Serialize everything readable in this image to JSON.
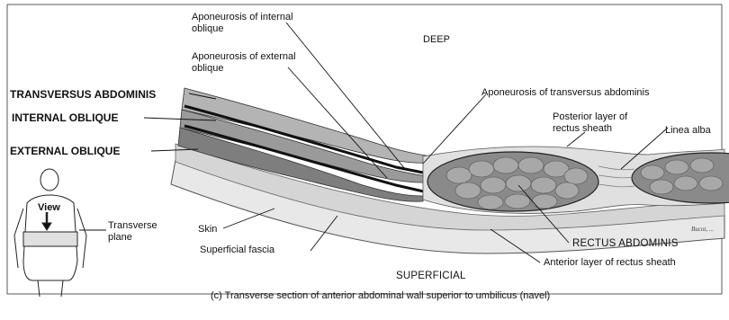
{
  "labels": {
    "aponeurosis_internal_oblique": "Aponeurosis of internal oblique",
    "aponeurosis_external_oblique": "Aponeurosis of external oblique",
    "deep": "DEEP",
    "transversus_abdominis": "TRANSVERSUS ABDOMINIS",
    "internal_oblique": "INTERNAL OBLIQUE",
    "external_oblique": "EXTERNAL OBLIQUE",
    "aponeurosis_transversus": "Aponeurosis of transversus abdominis",
    "posterior_layer": "Posterior layer of rectus sheath",
    "linea_alba": "Linea alba",
    "view": "View",
    "transverse_plane": "Transverse plane",
    "skin": "Skin",
    "superficial_fascia": "Superficial fascia",
    "rectus_abdominis": "RECTUS ABDOMINIS",
    "anterior_layer": "Anterior layer of rectus sheath",
    "superficial": "SUPERFICIAL",
    "caption": "(c) Transverse section of anterior abdominal wall superior to umbilicus (navel)"
  },
  "colors": {
    "tissue_dark": "#4a4a4a",
    "tissue_mid": "#8c8c8c",
    "tissue_light": "#cfcfcf",
    "fascia": "#e4e4e4",
    "line": "#111111"
  }
}
